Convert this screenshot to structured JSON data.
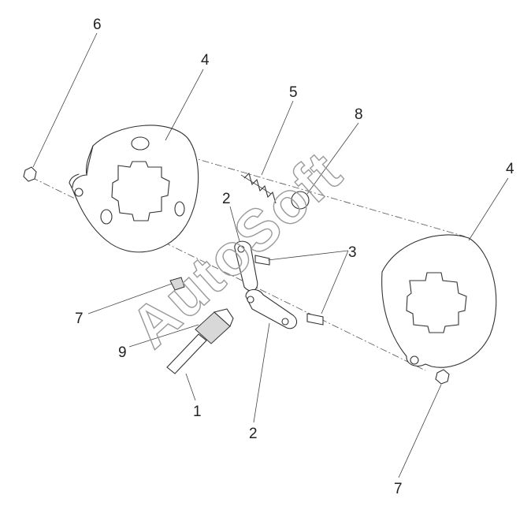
{
  "callouts": {
    "c6": "6",
    "c4a": "4",
    "c5": "5",
    "c8": "8",
    "c4b": "4",
    "c2a": "2",
    "c3": "3",
    "c7a": "7",
    "c9": "9",
    "c1": "1",
    "c2b": "2",
    "c7b": "7"
  },
  "watermark": "AutoSoft"
}
